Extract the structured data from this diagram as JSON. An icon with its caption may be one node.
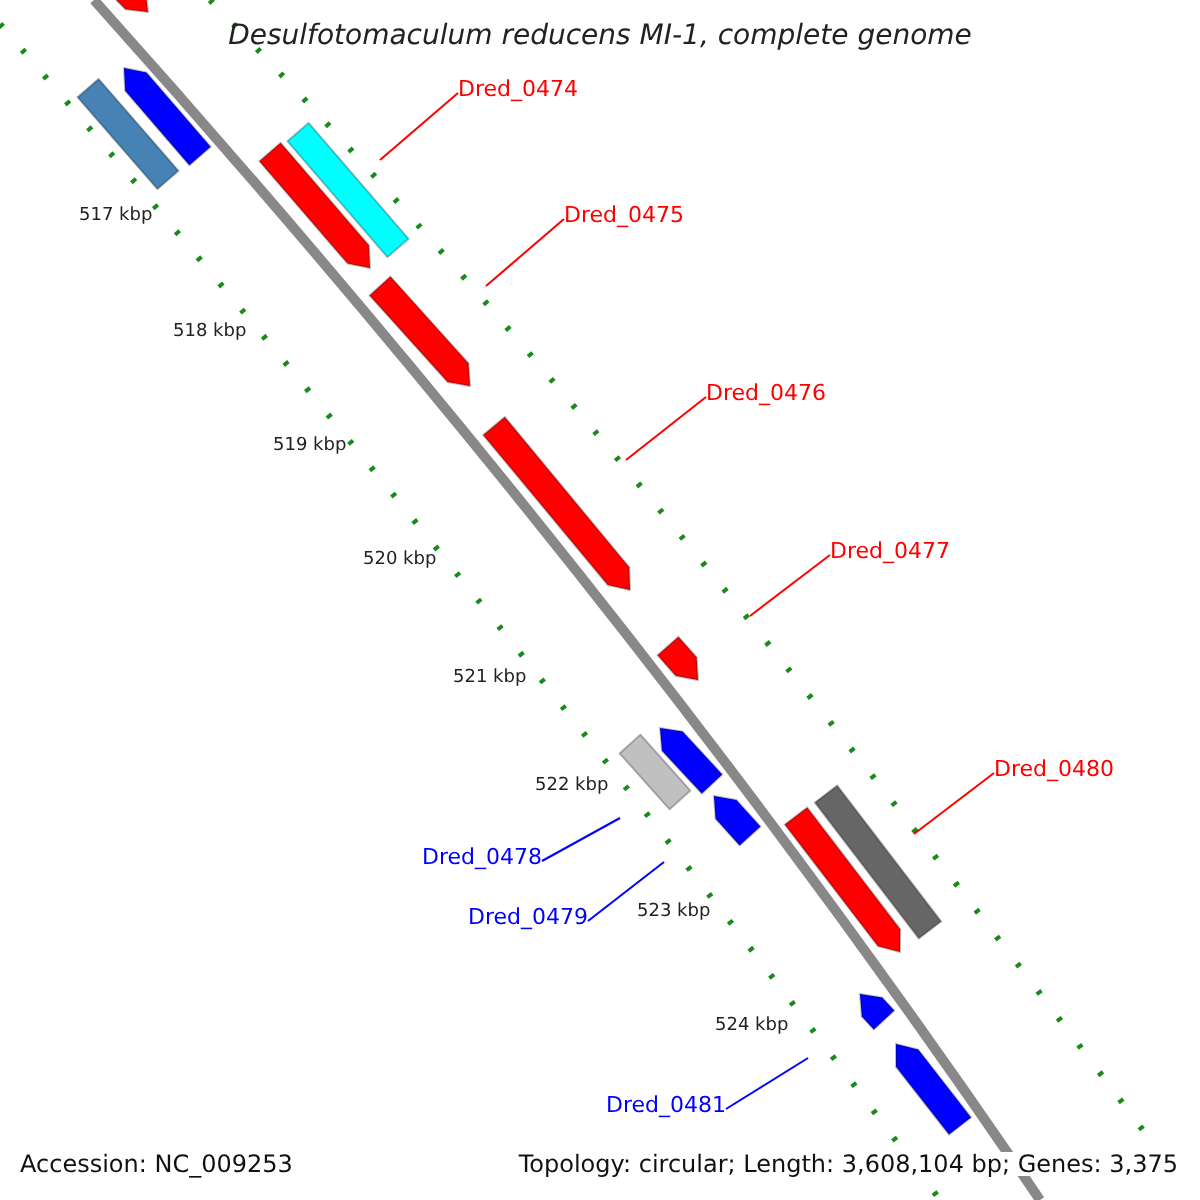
{
  "diagram": {
    "title": "Desulfotomaculum reducens MI-1, complete genome",
    "nodes": [
      {
        "text": [
          "Dred_0474"
        ]
      },
      {
        "text": [
          "Dred_0475"
        ]
      },
      {
        "text": [
          "Dred_0476"
        ]
      },
      {
        "text": [
          "Dred_0477"
        ]
      },
      {
        "text": [
          "Dred_0480"
        ]
      },
      {
        "text": [
          "Dred_0478"
        ]
      },
      {
        "text": [
          "Dred_0479"
        ]
      },
      {
        "text": [
          "Dred_0481"
        ]
      }
    ],
    "edges": [
      {
        "from": 0,
        "to": null,
        "arrow": "none"
      },
      {
        "from": 1,
        "to": null,
        "arrow": "none"
      },
      {
        "from": 2,
        "to": null,
        "arrow": "none"
      },
      {
        "from": 3,
        "to": null,
        "arrow": "none"
      },
      {
        "from": 4,
        "to": null,
        "arrow": "none"
      },
      {
        "from": 5,
        "to": null,
        "arrow": "none",
        "color": "#0000ff"
      },
      {
        "from": 6,
        "to": null,
        "arrow": "none",
        "color": "#0000ff"
      },
      {
        "from": 7,
        "to": null,
        "arrow": "none",
        "color": "#0000ff"
      }
    ],
    "labels": [
      "517 kbp",
      "518 kbp",
      "519 kbp",
      "520 kbp",
      "521 kbp",
      "522 kbp",
      "523 kbp",
      "524 kbp",
      "Accession: NC_009253",
      "Topology: circular; Length: 3,608,104 bp; Genes: 3,375"
    ]
  }
}
